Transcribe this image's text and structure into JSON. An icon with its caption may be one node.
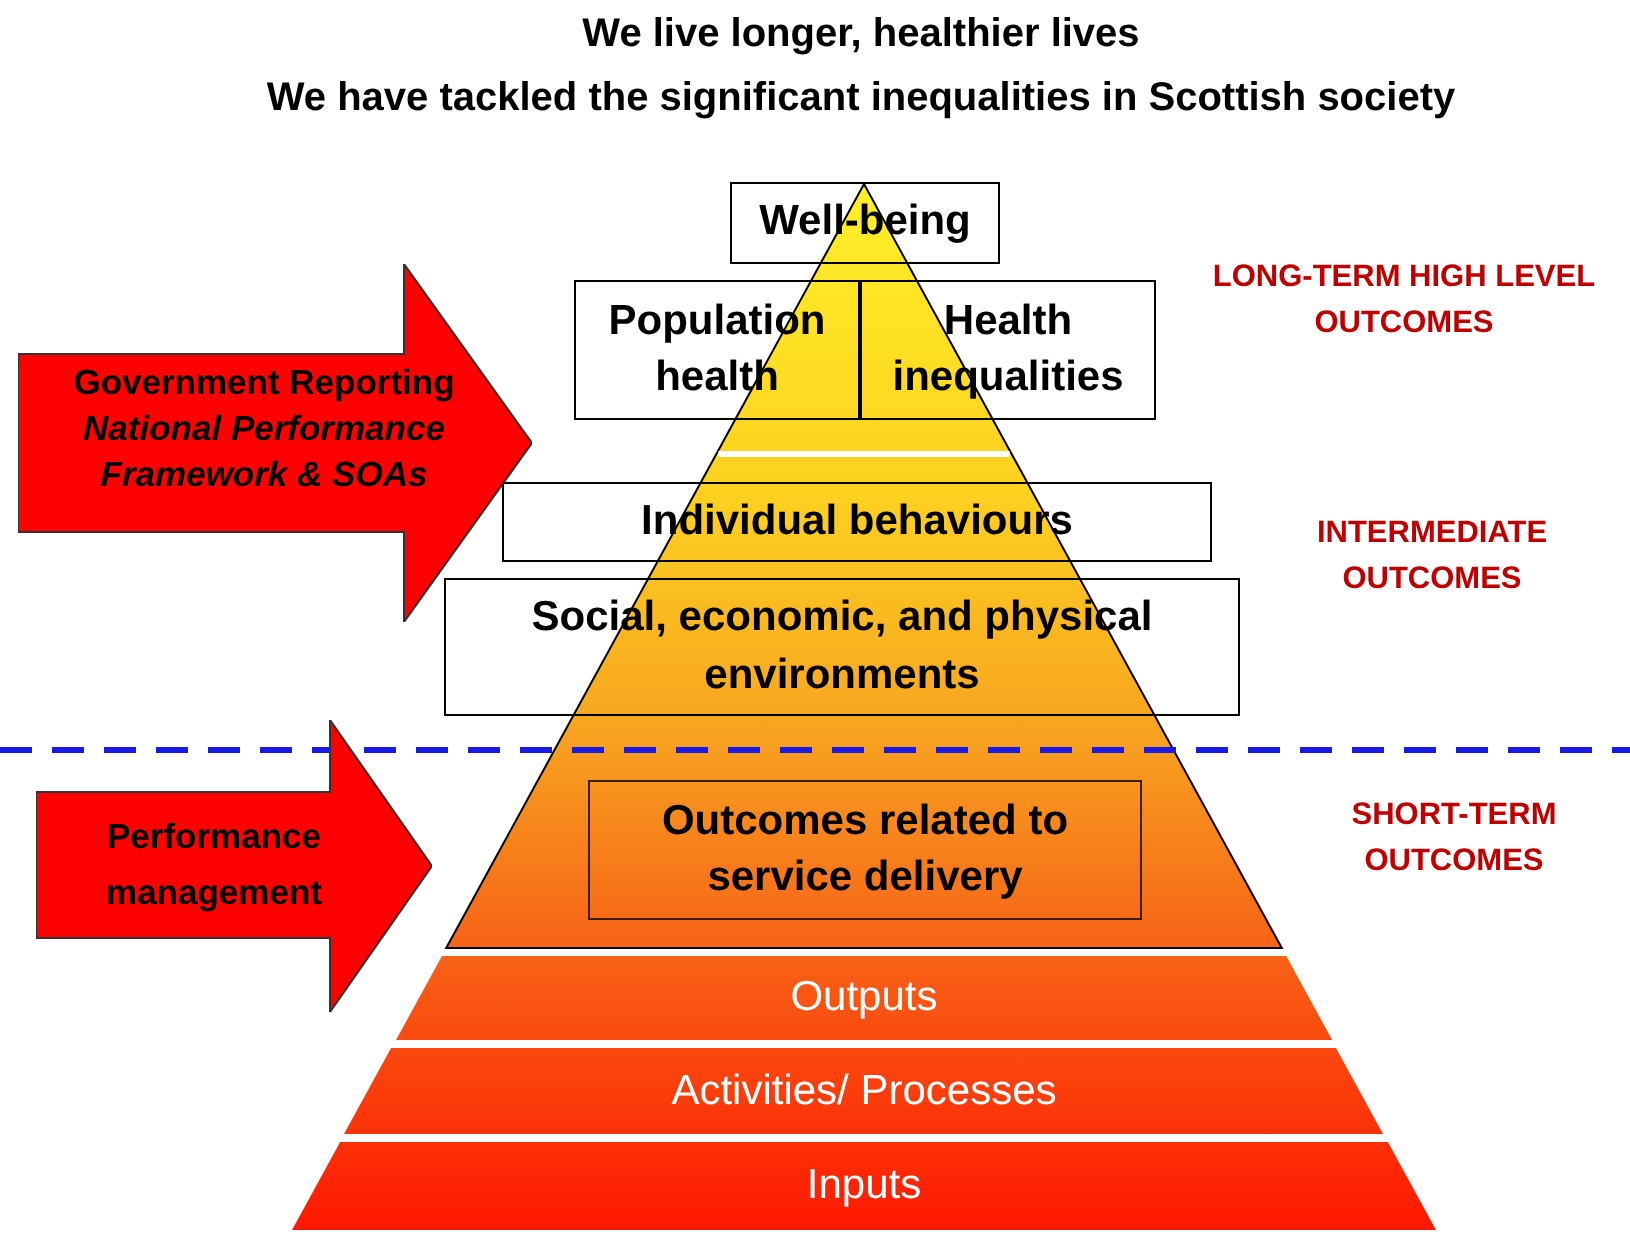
{
  "diagram": {
    "title": "We live longer, healthier lives",
    "nodes": [
      {
        "text": [
          "Well-being"
        ]
      },
      {
        "text": [
          "Population health"
        ]
      },
      {
        "text": [
          "Health inequalities"
        ]
      },
      {
        "text": [
          "Individual behaviours"
        ]
      },
      {
        "text": [
          "Social, economic, and physical environments"
        ]
      },
      {
        "text": [
          "Outcomes related to service delivery"
        ]
      },
      {
        "text": [
          "Outputs"
        ]
      },
      {
        "text": [
          "Activities/ Processes"
        ]
      },
      {
        "text": [
          "Inputs"
        ]
      },
      {
        "text": [
          "Government Reporting",
          "National Performance Framework & SOAs"
        ]
      },
      {
        "text": [
          "Performance management"
        ]
      }
    ],
    "labels": [
      "We have tackled the significant inequalities in Scottish society",
      "LONG-TERM HIGH LEVEL OUTCOMES",
      "INTERMEDIATE OUTCOMES",
      "SHORT-TERM OUTCOMES"
    ]
  }
}
